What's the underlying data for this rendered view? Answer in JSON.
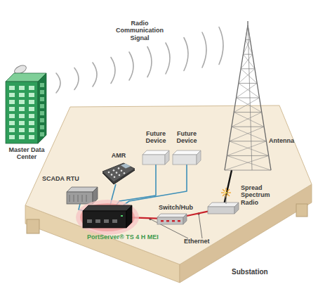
{
  "diagram": {
    "nodes": [
      {
        "text": [
          "Master Data Center"
        ]
      },
      {
        "text": [
          "Substation"
        ]
      },
      {
        "text": [
          "AMR"
        ],
        "in": 1
      },
      {
        "text": [
          "Future Device"
        ],
        "in": 1
      },
      {
        "text": [
          "Future Device"
        ],
        "in": 1
      },
      {
        "text": [
          "Antenna"
        ],
        "in": 1
      },
      {
        "text": [
          "SCADA RTU"
        ],
        "in": 1
      },
      {
        "text": [
          "Switch/Hub"
        ],
        "in": 1
      },
      {
        "text": [
          "Spread Spectrum Radio"
        ],
        "in": 1
      },
      {
        "text": [
          "PortServer® TS 4 H MEI"
        ],
        "in": 1
      }
    ],
    "edges": [
      {
        "from": 2,
        "to": 9,
        "arrow": "none"
      },
      {
        "from": 3,
        "to": 9,
        "arrow": "none"
      },
      {
        "from": 4,
        "to": 9,
        "arrow": "none"
      },
      {
        "from": 6,
        "to": 9,
        "arrow": "none"
      },
      {
        "from": 9,
        "to": 7,
        "arrow": "none"
      },
      {
        "from": 7,
        "to": 8,
        "arrow": "none"
      },
      {
        "from": 8,
        "to": 5,
        "arrow": "none"
      }
    ],
    "labels": [
      "Radio Communication Signal",
      "Ethernet"
    ]
  }
}
